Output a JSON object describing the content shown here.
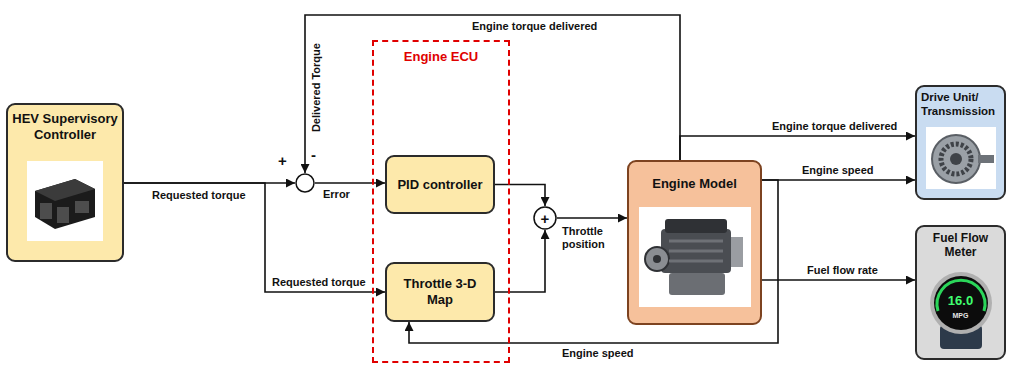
{
  "diagram": {
    "nodes": [
      {
        "text": [
          "HEV Supervisory Controller"
        ]
      },
      {
        "text": [
          "+",
          "-"
        ]
      },
      {
        "text": [
          "Engine ECU"
        ]
      },
      {
        "text": [
          "PID controller"
        ],
        "in": 2
      },
      {
        "text": [
          "Throttle 3-D Map"
        ],
        "in": 2
      },
      {
        "text": [
          "+"
        ]
      },
      {
        "text": [
          "Engine Model"
        ]
      },
      {
        "text": [
          "Drive Unit/ Transmission"
        ]
      },
      {
        "text": [
          "Fuel Flow Meter"
        ]
      }
    ],
    "edges": [
      {
        "from": 0,
        "to": 1,
        "label": "Requested torque",
        "arrow": "to"
      },
      {
        "from": 0,
        "to": 4,
        "label": "Requested torque",
        "arrow": "to"
      },
      {
        "from": 1,
        "to": 3,
        "label": "Error",
        "arrow": "to"
      },
      {
        "from": 3,
        "to": 5,
        "arrow": "to"
      },
      {
        "from": 4,
        "to": 5,
        "arrow": "to"
      },
      {
        "from": 5,
        "to": 6,
        "label": "Throttle position",
        "arrow": "to"
      },
      {
        "from": 6,
        "to": 1,
        "label": "Engine torque delivered",
        "arrow": "to"
      },
      {
        "from": 6,
        "to": 7,
        "label": "Engine torque delivered",
        "arrow": "to"
      },
      {
        "from": 6,
        "to": 7,
        "label": "Engine speed",
        "arrow": "to"
      },
      {
        "from": 6,
        "to": 8,
        "label": "Fuel flow rate",
        "arrow": "to"
      },
      {
        "from": 6,
        "to": 4,
        "label": "Engine speed",
        "arrow": "to"
      }
    ],
    "labels": [
      "Delivered Torque",
      "16.0",
      "MPG"
    ]
  }
}
